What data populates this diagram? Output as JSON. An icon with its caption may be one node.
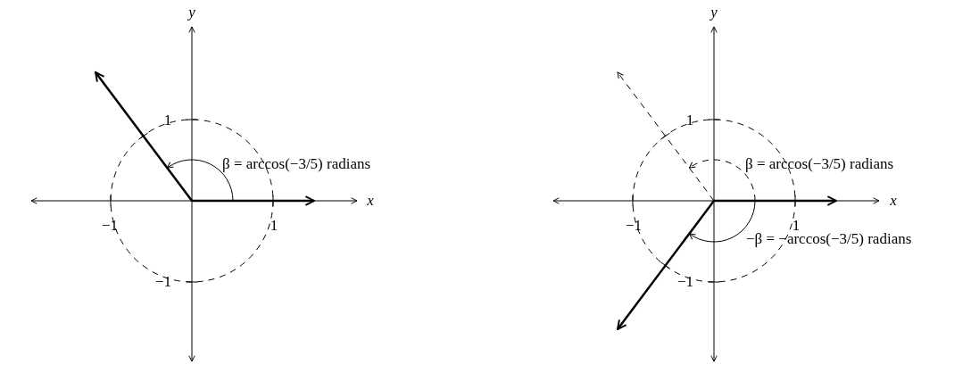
{
  "diagram": {
    "labels": [
      "y",
      "y",
      "1",
      "1",
      "β = arccos(−3/5) radians",
      "β = arccos(−3/5) radians",
      "x",
      "x",
      "−1",
      "1",
      "−1",
      "1",
      "−β = −arccos(−3/5) radians",
      "−1",
      "−1"
    ]
  }
}
